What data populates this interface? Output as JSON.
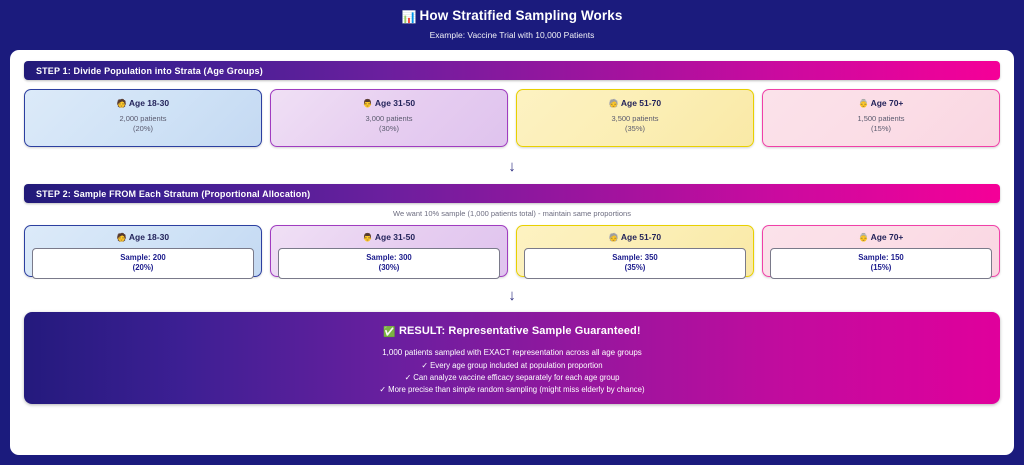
{
  "header": {
    "icon": "bar-chart-icon",
    "icon_glyph": "📊",
    "title": "How Stratified Sampling Works",
    "subtitle": "Example: Vaccine Trial with 10,000 Patients"
  },
  "step1": {
    "banner_label": "STEP 1: Divide Population into Strata (Age Groups)",
    "strata": [
      {
        "icon_glyph": "🧑",
        "label": "Age 18-30",
        "count": "2,000 patients",
        "pct": "(20%)",
        "color": "#c4d9f2",
        "border": "#2c3fa0"
      },
      {
        "icon_glyph": "👨",
        "label": "Age 31-50",
        "count": "3,000 patients",
        "pct": "(30%)",
        "color": "#dfc3ee",
        "border": "#a03cc0"
      },
      {
        "icon_glyph": "🧓",
        "label": "Age 51-70",
        "count": "3,500 patients",
        "pct": "(35%)",
        "color": "#f9e9a6",
        "border": "#e8d000"
      },
      {
        "icon_glyph": "👵",
        "label": "Age 70+",
        "count": "1,500 patients",
        "pct": "(15%)",
        "color": "#fad6e2",
        "border": "#f040a8"
      }
    ]
  },
  "arrow": {
    "glyph": "↓",
    "color": "#28287e"
  },
  "step2": {
    "banner_label": "STEP 2: Sample FROM Each Stratum (Proportional Allocation)",
    "note": "We want 10% sample (1,000 patients total) - maintain same proportions",
    "strata": [
      {
        "icon_glyph": "🧑",
        "label": "Age 18-30",
        "sample": "Sample: 200",
        "pct": "(20%)"
      },
      {
        "icon_glyph": "👨",
        "label": "Age 31-50",
        "sample": "Sample: 300",
        "pct": "(30%)"
      },
      {
        "icon_glyph": "🧓",
        "label": "Age 51-70",
        "sample": "Sample: 350",
        "pct": "(35%)"
      },
      {
        "icon_glyph": "👵",
        "label": "Age 70+",
        "sample": "Sample: 150",
        "pct": "(15%)"
      }
    ]
  },
  "result": {
    "icon_glyph": "✅",
    "title": "RESULT: Representative Sample Guaranteed!",
    "subtitle": "1,000 patients sampled with EXACT representation across all age groups",
    "bullets": [
      "✓ Every age group included at population proportion",
      "✓ Can analyze vaccine efficacy separately for each age group",
      "✓ More precise than simple random sampling (might miss elderly by chance)"
    ]
  },
  "colors": {
    "frame": "#1b1b7d",
    "card": "#ffffff",
    "banner_start": "#211a78",
    "banner_end": "#f50098"
  }
}
